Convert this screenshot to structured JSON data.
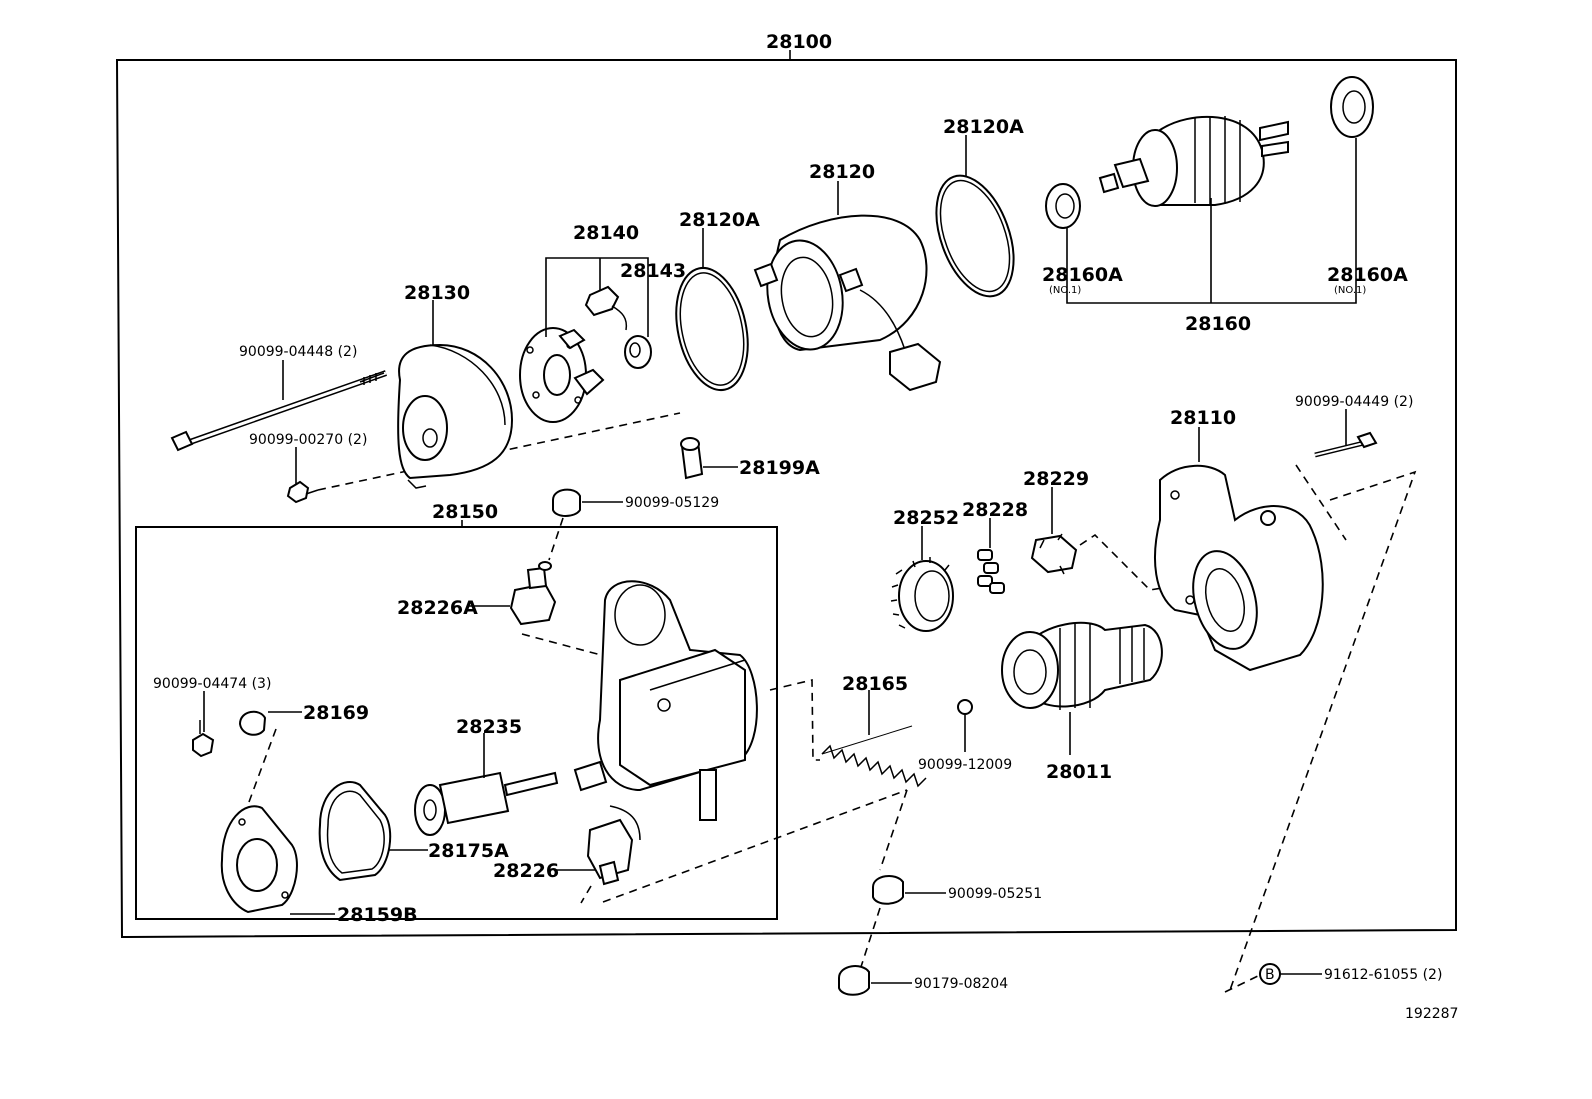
{
  "parts": {
    "p28100": "28100",
    "p28130": "28130",
    "p28140": "28140",
    "p28143": "28143",
    "p28120A_left": "28120A",
    "p28120": "28120",
    "p28120A_right": "28120A",
    "p28160A_left": "28160A",
    "p28160A_left_note": "(NO.1)",
    "p28160A_right": "28160A",
    "p28160A_right_note": "(NO.1)",
    "p28160": "28160",
    "p90099_04448": "90099-04448 (2)",
    "p90099_00270": "90099-00270 (2)",
    "p28199A": "28199A",
    "p90099_05129": "90099-05129",
    "p28150": "28150",
    "p28226A": "28226A",
    "p90099_04474": "90099-04474 (3)",
    "p28169": "28169",
    "p28235": "28235",
    "p28175A": "28175A",
    "p28226": "28226",
    "p28159B": "28159B",
    "p28165": "28165",
    "p90099_12009": "90099-12009",
    "p28252": "28252",
    "p28228": "28228",
    "p28229": "28229",
    "p28011": "28011",
    "p28110": "28110",
    "p90099_04449": "90099-04449 (2)",
    "p90099_05251": "90099-05251",
    "p90179_08204": "90179-08204",
    "p91612_61055": "91612-61055 (2)",
    "badge_B": "B"
  },
  "diagram_id": "192287",
  "icons": [
    "bolt-icon",
    "screw-icon",
    "bearing-icon",
    "o-ring-icon",
    "gear-icon",
    "spring-icon",
    "ball-icon",
    "nut-icon",
    "washer-icon"
  ]
}
